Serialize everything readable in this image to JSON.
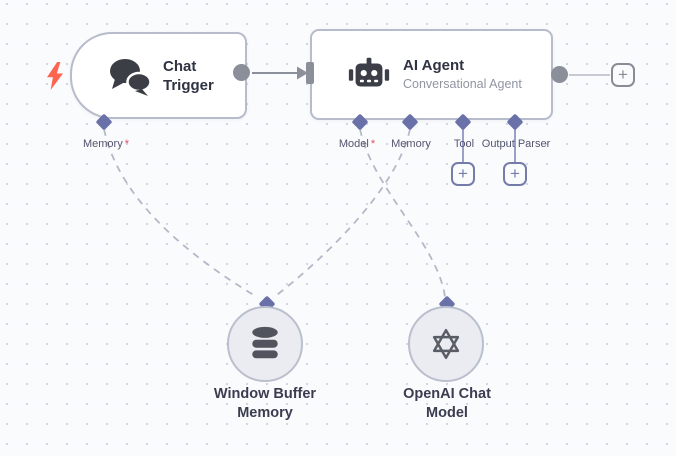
{
  "canvas": {
    "background": "#fafbfd",
    "dot_color": "#d2d6e3"
  },
  "colors": {
    "node_border": "#b6bccb",
    "port_diamond": "#6a71a9",
    "connection_gray": "#8a8f9a",
    "dashed_connection": "#b4b8c7",
    "trigger_bolt": "#ff6450",
    "required_mark_red": "#e14d5d"
  },
  "nodes": {
    "chat_trigger": {
      "title": "Chat Trigger",
      "ports": [
        {
          "label": "Memory",
          "mark": "*"
        }
      ]
    },
    "ai_agent": {
      "title": "AI Agent",
      "subtitle": "Conversational Agent",
      "ports": [
        {
          "label": "Model",
          "mark": "*"
        },
        {
          "label": "Memory",
          "mark": ""
        },
        {
          "label": "Tool",
          "mark": ""
        },
        {
          "label": "Output Parser",
          "mark": ""
        }
      ]
    },
    "window_buffer_memory": {
      "label": "Window Buffer Memory"
    },
    "openai_chat_model": {
      "label": "OpenAI Chat Model"
    }
  },
  "buttons": {
    "plus_label": "+"
  }
}
